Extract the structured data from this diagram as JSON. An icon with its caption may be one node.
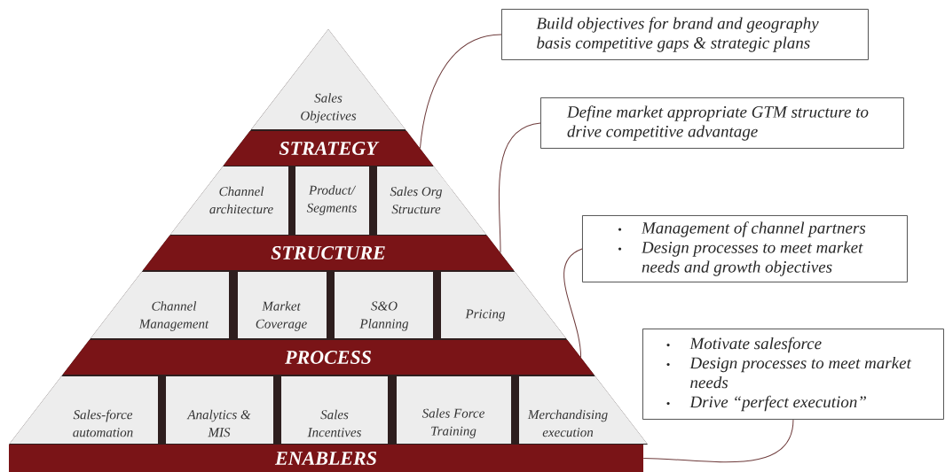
{
  "diagram": {
    "nodes": [
      {
        "text": [
          "Sales Objectives"
        ]
      },
      {
        "text": [
          "STRATEGY"
        ]
      },
      {
        "text": [
          "Channel architecture"
        ]
      },
      {
        "text": [
          "Product/ Segments"
        ]
      },
      {
        "text": [
          "Sales Org Structure"
        ]
      },
      {
        "text": [
          "STRUCTURE"
        ]
      },
      {
        "text": [
          "Channel Management"
        ]
      },
      {
        "text": [
          "Market Coverage"
        ]
      },
      {
        "text": [
          "S&O Planning"
        ]
      },
      {
        "text": [
          "Pricing"
        ]
      },
      {
        "text": [
          "PROCESS"
        ]
      },
      {
        "text": [
          "Sales-force automation"
        ]
      },
      {
        "text": [
          "Analytics & MIS"
        ]
      },
      {
        "text": [
          "Sales Incentives"
        ]
      },
      {
        "text": [
          "Sales Force Training"
        ]
      },
      {
        "text": [
          "Merchandising execution"
        ]
      },
      {
        "text": [
          "ENABLERS"
        ]
      },
      {
        "text": [
          "Build objectives for brand and geography basis competitive gaps & strategic plans"
        ]
      },
      {
        "text": [
          "Define market appropriate GTM structure to drive competitive advantage"
        ]
      },
      {
        "text": [
          "Management of channel partners",
          "Design processes to meet market needs and growth objectives"
        ]
      },
      {
        "text": [
          "Motivate salesforce",
          "Design processes to meet market needs",
          "Drive “perfect execution”"
        ]
      }
    ],
    "edges": [
      {
        "from": 17,
        "to": 1,
        "arrow": "none"
      },
      {
        "from": 18,
        "to": 5,
        "arrow": "none"
      },
      {
        "from": 19,
        "to": 10,
        "arrow": "none"
      },
      {
        "from": 20,
        "to": 16,
        "arrow": "none"
      }
    ]
  }
}
